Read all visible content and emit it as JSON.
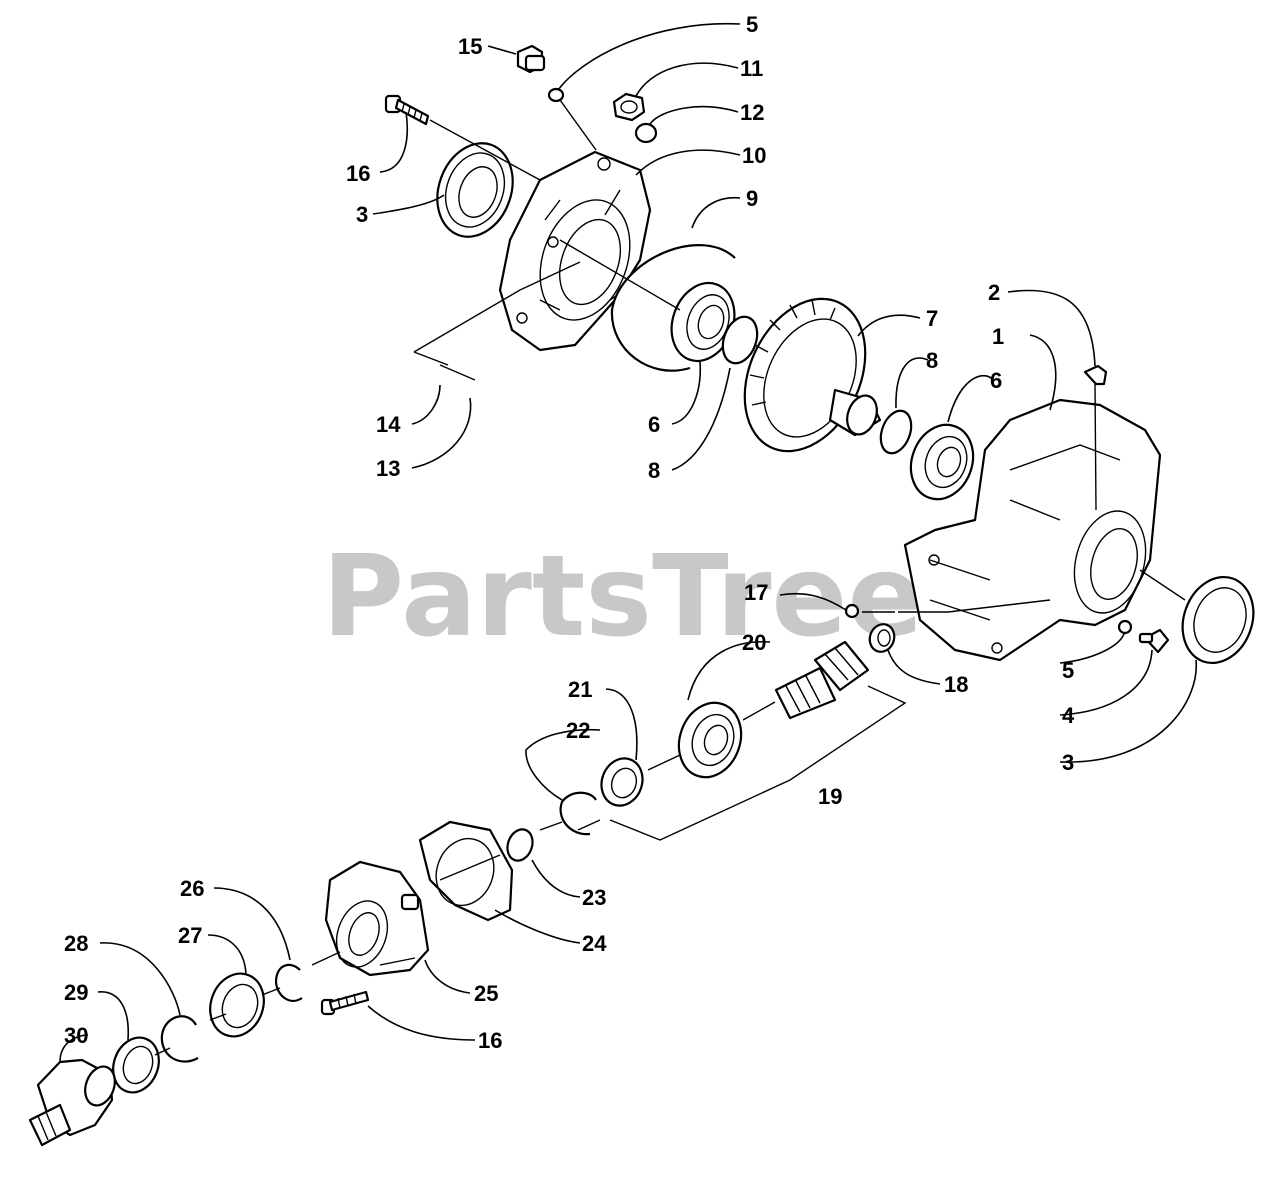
{
  "watermark": {
    "text": "PartsTree",
    "symbol": "™"
  },
  "callouts": [
    {
      "id": "c1",
      "label": "1"
    },
    {
      "id": "c2",
      "label": "2"
    },
    {
      "id": "c3a",
      "label": "3"
    },
    {
      "id": "c3b",
      "label": "3"
    },
    {
      "id": "c4",
      "label": "4"
    },
    {
      "id": "c5a",
      "label": "5"
    },
    {
      "id": "c5b",
      "label": "5"
    },
    {
      "id": "c6a",
      "label": "6"
    },
    {
      "id": "c6b",
      "label": "6"
    },
    {
      "id": "c7",
      "label": "7"
    },
    {
      "id": "c8a",
      "label": "8"
    },
    {
      "id": "c8b",
      "label": "8"
    },
    {
      "id": "c9",
      "label": "9"
    },
    {
      "id": "c10",
      "label": "10"
    },
    {
      "id": "c11",
      "label": "11"
    },
    {
      "id": "c12",
      "label": "12"
    },
    {
      "id": "c13",
      "label": "13"
    },
    {
      "id": "c14",
      "label": "14"
    },
    {
      "id": "c15",
      "label": "15"
    },
    {
      "id": "c16a",
      "label": "16"
    },
    {
      "id": "c16b",
      "label": "16"
    },
    {
      "id": "c17",
      "label": "17"
    },
    {
      "id": "c18",
      "label": "18"
    },
    {
      "id": "c19",
      "label": "19"
    },
    {
      "id": "c20",
      "label": "20"
    },
    {
      "id": "c21",
      "label": "21"
    },
    {
      "id": "c22",
      "label": "22"
    },
    {
      "id": "c23",
      "label": "23"
    },
    {
      "id": "c24",
      "label": "24"
    },
    {
      "id": "c25",
      "label": "25"
    },
    {
      "id": "c26",
      "label": "26"
    },
    {
      "id": "c27",
      "label": "27"
    },
    {
      "id": "c28",
      "label": "28"
    },
    {
      "id": "c29",
      "label": "29"
    },
    {
      "id": "c30",
      "label": "30"
    }
  ]
}
